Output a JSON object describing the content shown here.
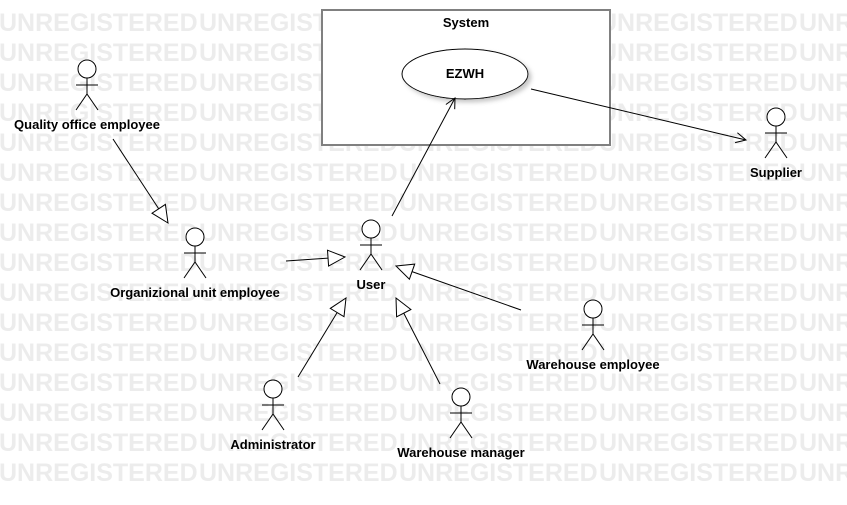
{
  "watermark": {
    "text": "UNREGISTERED"
  },
  "system_box": {
    "title": "System"
  },
  "use_cases": [
    {
      "id": "ezwh",
      "label": "EZWH"
    }
  ],
  "actors": [
    {
      "id": "quality_office_employee",
      "label": "Quality office employee"
    },
    {
      "id": "organizational_unit_employee",
      "label": "Organizional unit employee"
    },
    {
      "id": "user",
      "label": "User"
    },
    {
      "id": "administrator",
      "label": "Administrator"
    },
    {
      "id": "warehouse_manager",
      "label": "Warehouse manager"
    },
    {
      "id": "warehouse_employee",
      "label": "Warehouse employee"
    },
    {
      "id": "supplier",
      "label": "Supplier"
    }
  ],
  "relations": [
    {
      "from": "quality_office_employee",
      "to": "organizational_unit_employee",
      "type": "generalization"
    },
    {
      "from": "organizational_unit_employee",
      "to": "user",
      "type": "generalization"
    },
    {
      "from": "administrator",
      "to": "user",
      "type": "generalization"
    },
    {
      "from": "warehouse_manager",
      "to": "user",
      "type": "generalization"
    },
    {
      "from": "warehouse_employee",
      "to": "user",
      "type": "generalization"
    },
    {
      "from": "user",
      "to": "ezwh",
      "type": "association"
    },
    {
      "from": "ezwh",
      "to": "supplier",
      "type": "association"
    }
  ],
  "colors": {
    "background": "#ffffff",
    "line": "#000000",
    "watermark": "#ececec",
    "system_border": "#808080",
    "use_case_shadow": "#d0d0d0"
  }
}
